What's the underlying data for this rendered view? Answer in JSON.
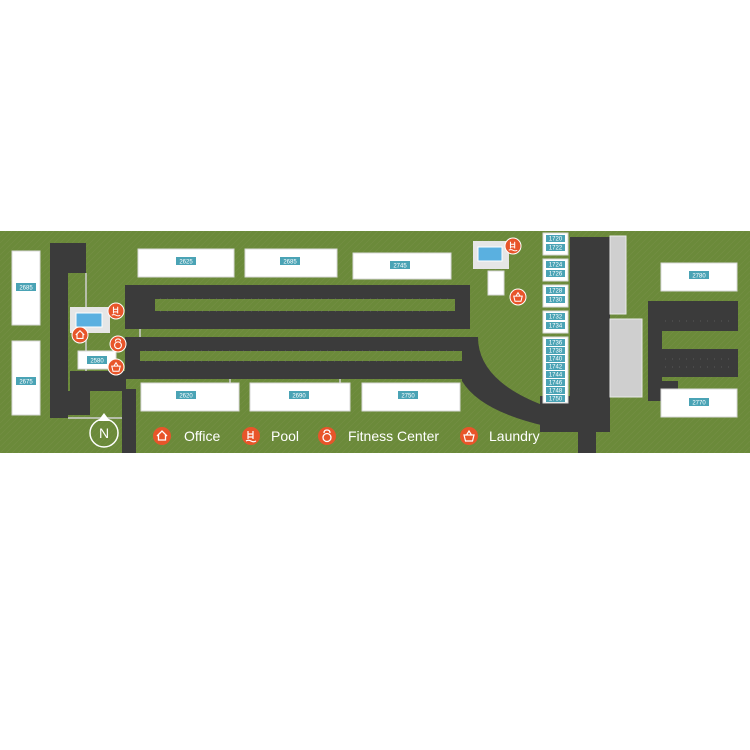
{
  "map": {
    "colors": {
      "grass": "#6b8a3a",
      "asphalt": "#3b3b3b",
      "sidewalk": "#c9c9c9",
      "building_roof": "#ffffff",
      "label_box": "#4aa3b5",
      "amenity_icon": "#e8552a",
      "pool_water": "#5ab0e0"
    },
    "buildings": {
      "b2685": "2685",
      "b2675": "2675",
      "b2625": "2625",
      "b2685b": "2685",
      "b2745": "2745",
      "b2580": "2580",
      "b2620": "2620",
      "b2690": "2690",
      "b2750": "2750",
      "b2780": "2780",
      "b2770": "2770"
    },
    "townhomes": [
      "1720",
      "1722",
      "1724",
      "1726",
      "1728",
      "1730",
      "1732",
      "1734",
      "1736",
      "1738",
      "1740",
      "1742",
      "1744",
      "1746",
      "1748",
      "1750"
    ],
    "legend": {
      "office": "Office",
      "pool": "Pool",
      "fitness": "Fitness Center",
      "laundry": "Laundry"
    },
    "icons": {
      "office": "home-icon",
      "pool": "pool-ladder-icon",
      "fitness": "kettlebell-icon",
      "laundry": "laundry-basket-icon",
      "north": "north-arrow-icon"
    },
    "north_label": "N"
  }
}
